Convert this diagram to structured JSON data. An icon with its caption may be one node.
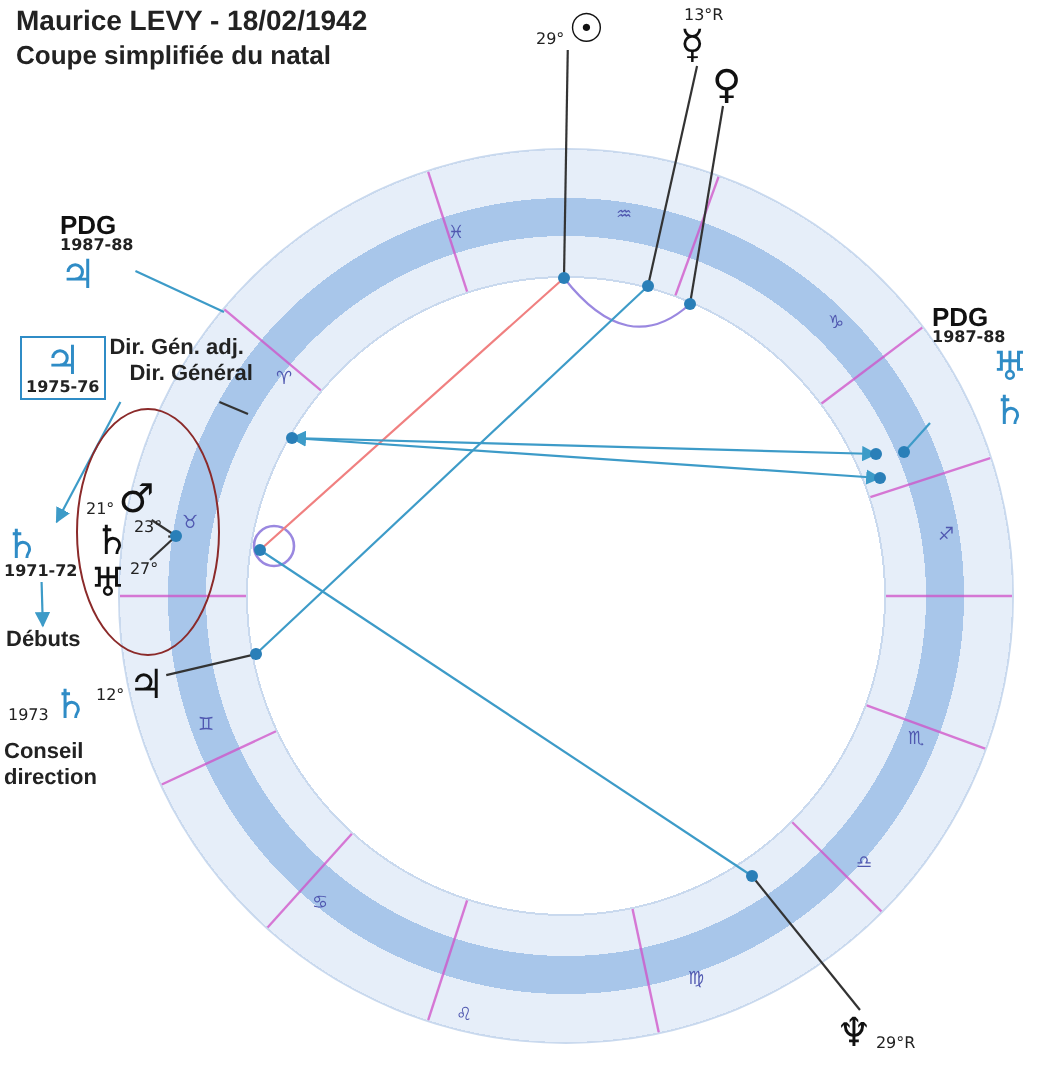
{
  "diagram": {
    "title": "Maurice LEVY - 18/02/1942",
    "nodes": [
      {
        "text": [],
        "shape": "circle"
      },
      {
        "text": [
          "☉"
        ],
        "beside": [
          "29°"
        ]
      },
      {
        "text": [
          "☿"
        ],
        "beside": [
          "13°R"
        ]
      },
      {
        "text": [
          "♀"
        ]
      },
      {
        "text": [
          "PDG",
          "1987-88",
          "♅",
          "♄"
        ]
      },
      {
        "text": [
          "PDG",
          "1987-88",
          "♃"
        ]
      },
      {
        "text": [
          "♃",
          "1975-76"
        ],
        "beside": [
          "Dir. Gén. adj.",
          "Dir. Général"
        ]
      },
      {
        "text": [],
        "shape": "ellipse"
      },
      {
        "text": [
          "♂"
        ],
        "beside": [
          "21°"
        ],
        "in": 7
      },
      {
        "text": [
          "♄"
        ],
        "beside": [
          "23°"
        ],
        "in": 7
      },
      {
        "text": [
          "♅"
        ],
        "beside": [
          "27°"
        ],
        "in": 7
      },
      {
        "text": [
          "♄",
          "1971-72"
        ]
      },
      {
        "text": [
          "Débuts"
        ]
      },
      {
        "text": [
          "♄"
        ],
        "beside": [
          "1973"
        ]
      },
      {
        "text": [
          "♃"
        ],
        "beside": [
          "12°"
        ]
      },
      {
        "text": [
          "Conseil direction"
        ]
      },
      {
        "text": [
          "♆"
        ],
        "beside": [
          "29°R"
        ]
      },
      {
        "text": [],
        "shape": "circle",
        "in": 0
      },
      {
        "text": [],
        "shape": "circle",
        "in": 0
      },
      {
        "text": [],
        "shape": "circle",
        "in": 0
      },
      {
        "text": [],
        "shape": "circle",
        "in": 0
      },
      {
        "text": [],
        "shape": "circle",
        "in": 0
      },
      {
        "text": [],
        "shape": "circle",
        "in": 0
      },
      {
        "text": [],
        "shape": "circle",
        "in": 0
      },
      {
        "text": [],
        "shape": "circle",
        "in": 0
      },
      {
        "text": [],
        "shape": "circle",
        "in": 0
      },
      {
        "text": [],
        "shape": "circle"
      },
      {
        "text": [],
        "shape": "circle",
        "in": 0
      }
    ],
    "edges": [
      {
        "from": 1,
        "to": 17,
        "arrow": "none",
        "color": "#333333"
      },
      {
        "from": 2,
        "to": 18,
        "arrow": "none",
        "color": "#333333"
      },
      {
        "from": 3,
        "to": 19,
        "arrow": "none",
        "color": "#333333"
      },
      {
        "from": 16,
        "to": 22,
        "arrow": "none",
        "color": "#333333"
      },
      {
        "from": 17,
        "to": 19,
        "arrow": "none",
        "color": "#9a88e0"
      },
      {
        "from": 17,
        "to": 20,
        "arrow": "none",
        "color": "#f08080"
      },
      {
        "from": 18,
        "to": 21,
        "arrow": "none",
        "color": "#3d9bc8"
      },
      {
        "from": 23,
        "to": 24,
        "arrow": "both",
        "color": "#3d9bc8"
      },
      {
        "from": 23,
        "to": 25,
        "arrow": "both",
        "color": "#3d9bc8"
      },
      {
        "from": 20,
        "to": 22,
        "arrow": "none",
        "color": "#3d9bc8"
      },
      {
        "from": 8,
        "to": 26,
        "arrow": "none",
        "color": "#333333"
      },
      {
        "from": 9,
        "to": 26,
        "arrow": "none",
        "color": "#333333"
      },
      {
        "from": 10,
        "to": 26,
        "arrow": "none",
        "color": "#333333"
      },
      {
        "from": 5,
        "to": null,
        "arrow": "none",
        "color": "#3d9bc8"
      },
      {
        "from": 6,
        "to": null,
        "arrow": "none",
        "color": "#333333"
      },
      {
        "from": 6,
        "to": 11,
        "arrow": "to",
        "color": "#3d9bc8"
      },
      {
        "from": 11,
        "to": 12,
        "arrow": "to",
        "color": "#3d9bc8"
      },
      {
        "from": 14,
        "to": 21,
        "arrow": "none",
        "color": "#333333"
      },
      {
        "from": 4,
        "to": 27,
        "arrow": "none",
        "color": "#3d9bc8"
      }
    ],
    "labels": [
      "Coupe simplifiée du natal",
      "♓",
      "♒",
      "♑",
      "♈",
      "♉",
      "♐",
      "♊",
      "♏",
      "♎",
      "♋",
      "♍",
      "♌"
    ]
  }
}
